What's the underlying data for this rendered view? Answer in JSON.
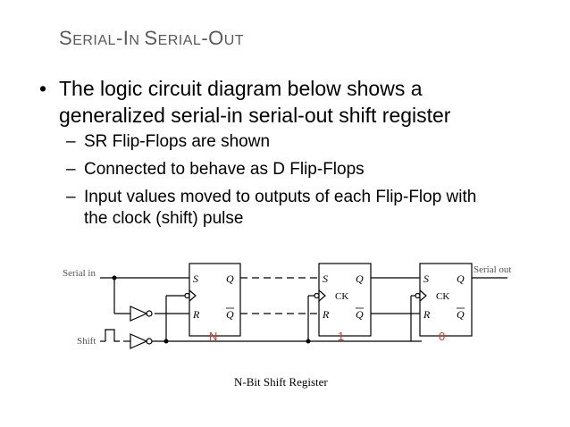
{
  "slide": {
    "title_parts": [
      {
        "text": "S",
        "size": "big"
      },
      {
        "text": "ERIAL",
        "size": "small"
      },
      {
        "text": "-I",
        "size": "big"
      },
      {
        "text": "N ",
        "size": "small"
      },
      {
        "text": "S",
        "size": "big"
      },
      {
        "text": "ERIAL",
        "size": "small"
      },
      {
        "text": "-O",
        "size": "big"
      },
      {
        "text": "UT",
        "size": "small"
      }
    ],
    "bullet": "The logic circuit diagram below shows a generalized serial-in serial-out shift register",
    "sub_bullets": [
      "SR Flip-Flops are shown",
      "Connected to behave as D Flip-Flops",
      "Input values moved to outputs of each Flip-Flop with the clock (shift) pulse"
    ],
    "bullet_marker": "•",
    "sub_marker": "–"
  },
  "diagram": {
    "serial_in": "Serial in",
    "serial_out": "Serial out",
    "shift": "Shift",
    "pin_s": "S",
    "pin_r": "R",
    "pin_q": "Q",
    "pin_qbar": "Q",
    "pin_ck": "CK",
    "stage_labels": [
      "N",
      "1",
      "0"
    ],
    "stage_label_color": "#e03020",
    "caption": "N-Bit Shift Register"
  }
}
